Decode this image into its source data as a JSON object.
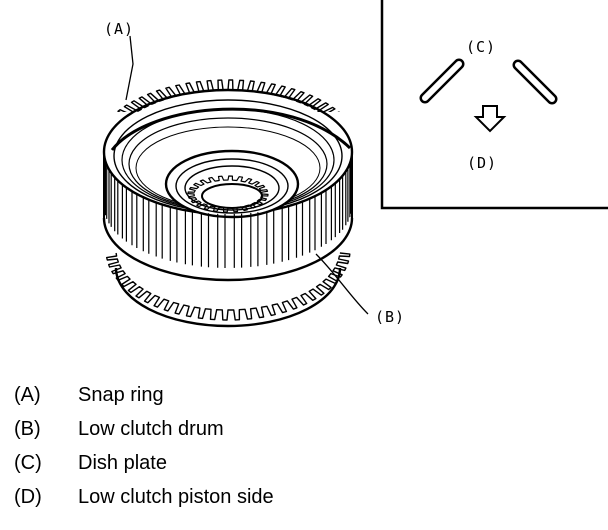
{
  "diagram": {
    "callouts": {
      "a": "(A)",
      "b": "(B)",
      "c": "(C)",
      "d": "(D)"
    }
  },
  "legend": {
    "items": [
      {
        "key": "(A)",
        "text": "Snap ring"
      },
      {
        "key": "(B)",
        "text": "Low clutch drum"
      },
      {
        "key": "(C)",
        "text": "Dish plate"
      },
      {
        "key": "(D)",
        "text": "Low clutch piston side"
      }
    ]
  },
  "colors": {
    "ink": "#000000",
    "background": "#ffffff"
  }
}
